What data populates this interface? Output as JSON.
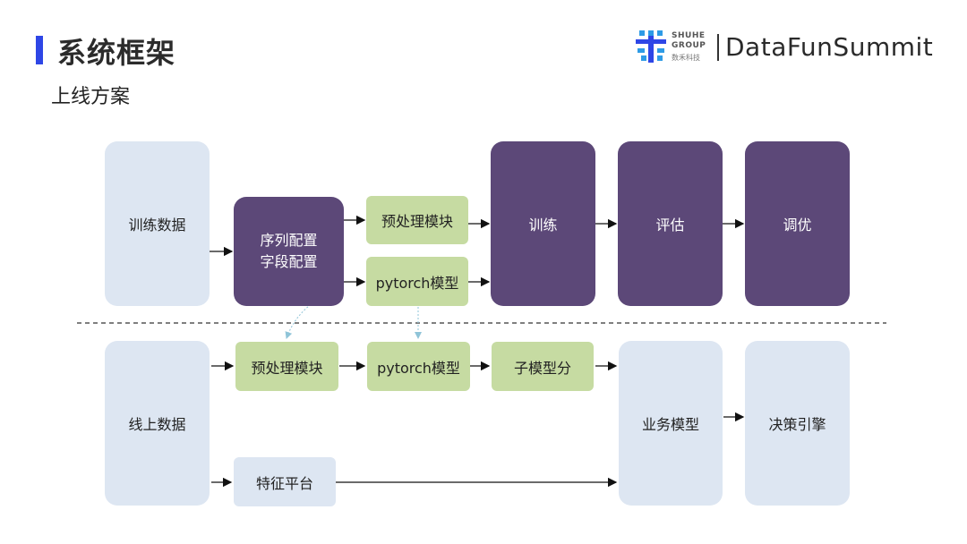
{
  "header": {
    "title": "系统框架",
    "subtitle": "上线方案",
    "accent_color": "#2e46e6"
  },
  "logo": {
    "icon": "shuhe-logo-icon",
    "line1": "SHUHE",
    "line2": "GROUP",
    "cn": "数禾科技",
    "brand": "DataFunSummit"
  },
  "training": {
    "data": "训练数据",
    "config_line1": "序列配置",
    "config_line2": "字段配置",
    "preprocess": "预处理模块",
    "model": "pytorch模型",
    "train": "训练",
    "evaluate": "评估",
    "tune": "调优"
  },
  "online": {
    "data": "线上数据",
    "preprocess": "预处理模块",
    "model": "pytorch模型",
    "submodel_score": "子模型分",
    "feature_platform": "特征平台",
    "business_model": "业务模型",
    "decision_engine": "决策引擎"
  },
  "colors": {
    "blue_box": "#dde6f2",
    "purple_box": "#5c4878",
    "green_box": "#c6dba2",
    "dashed_link": "#8fc4d8"
  }
}
